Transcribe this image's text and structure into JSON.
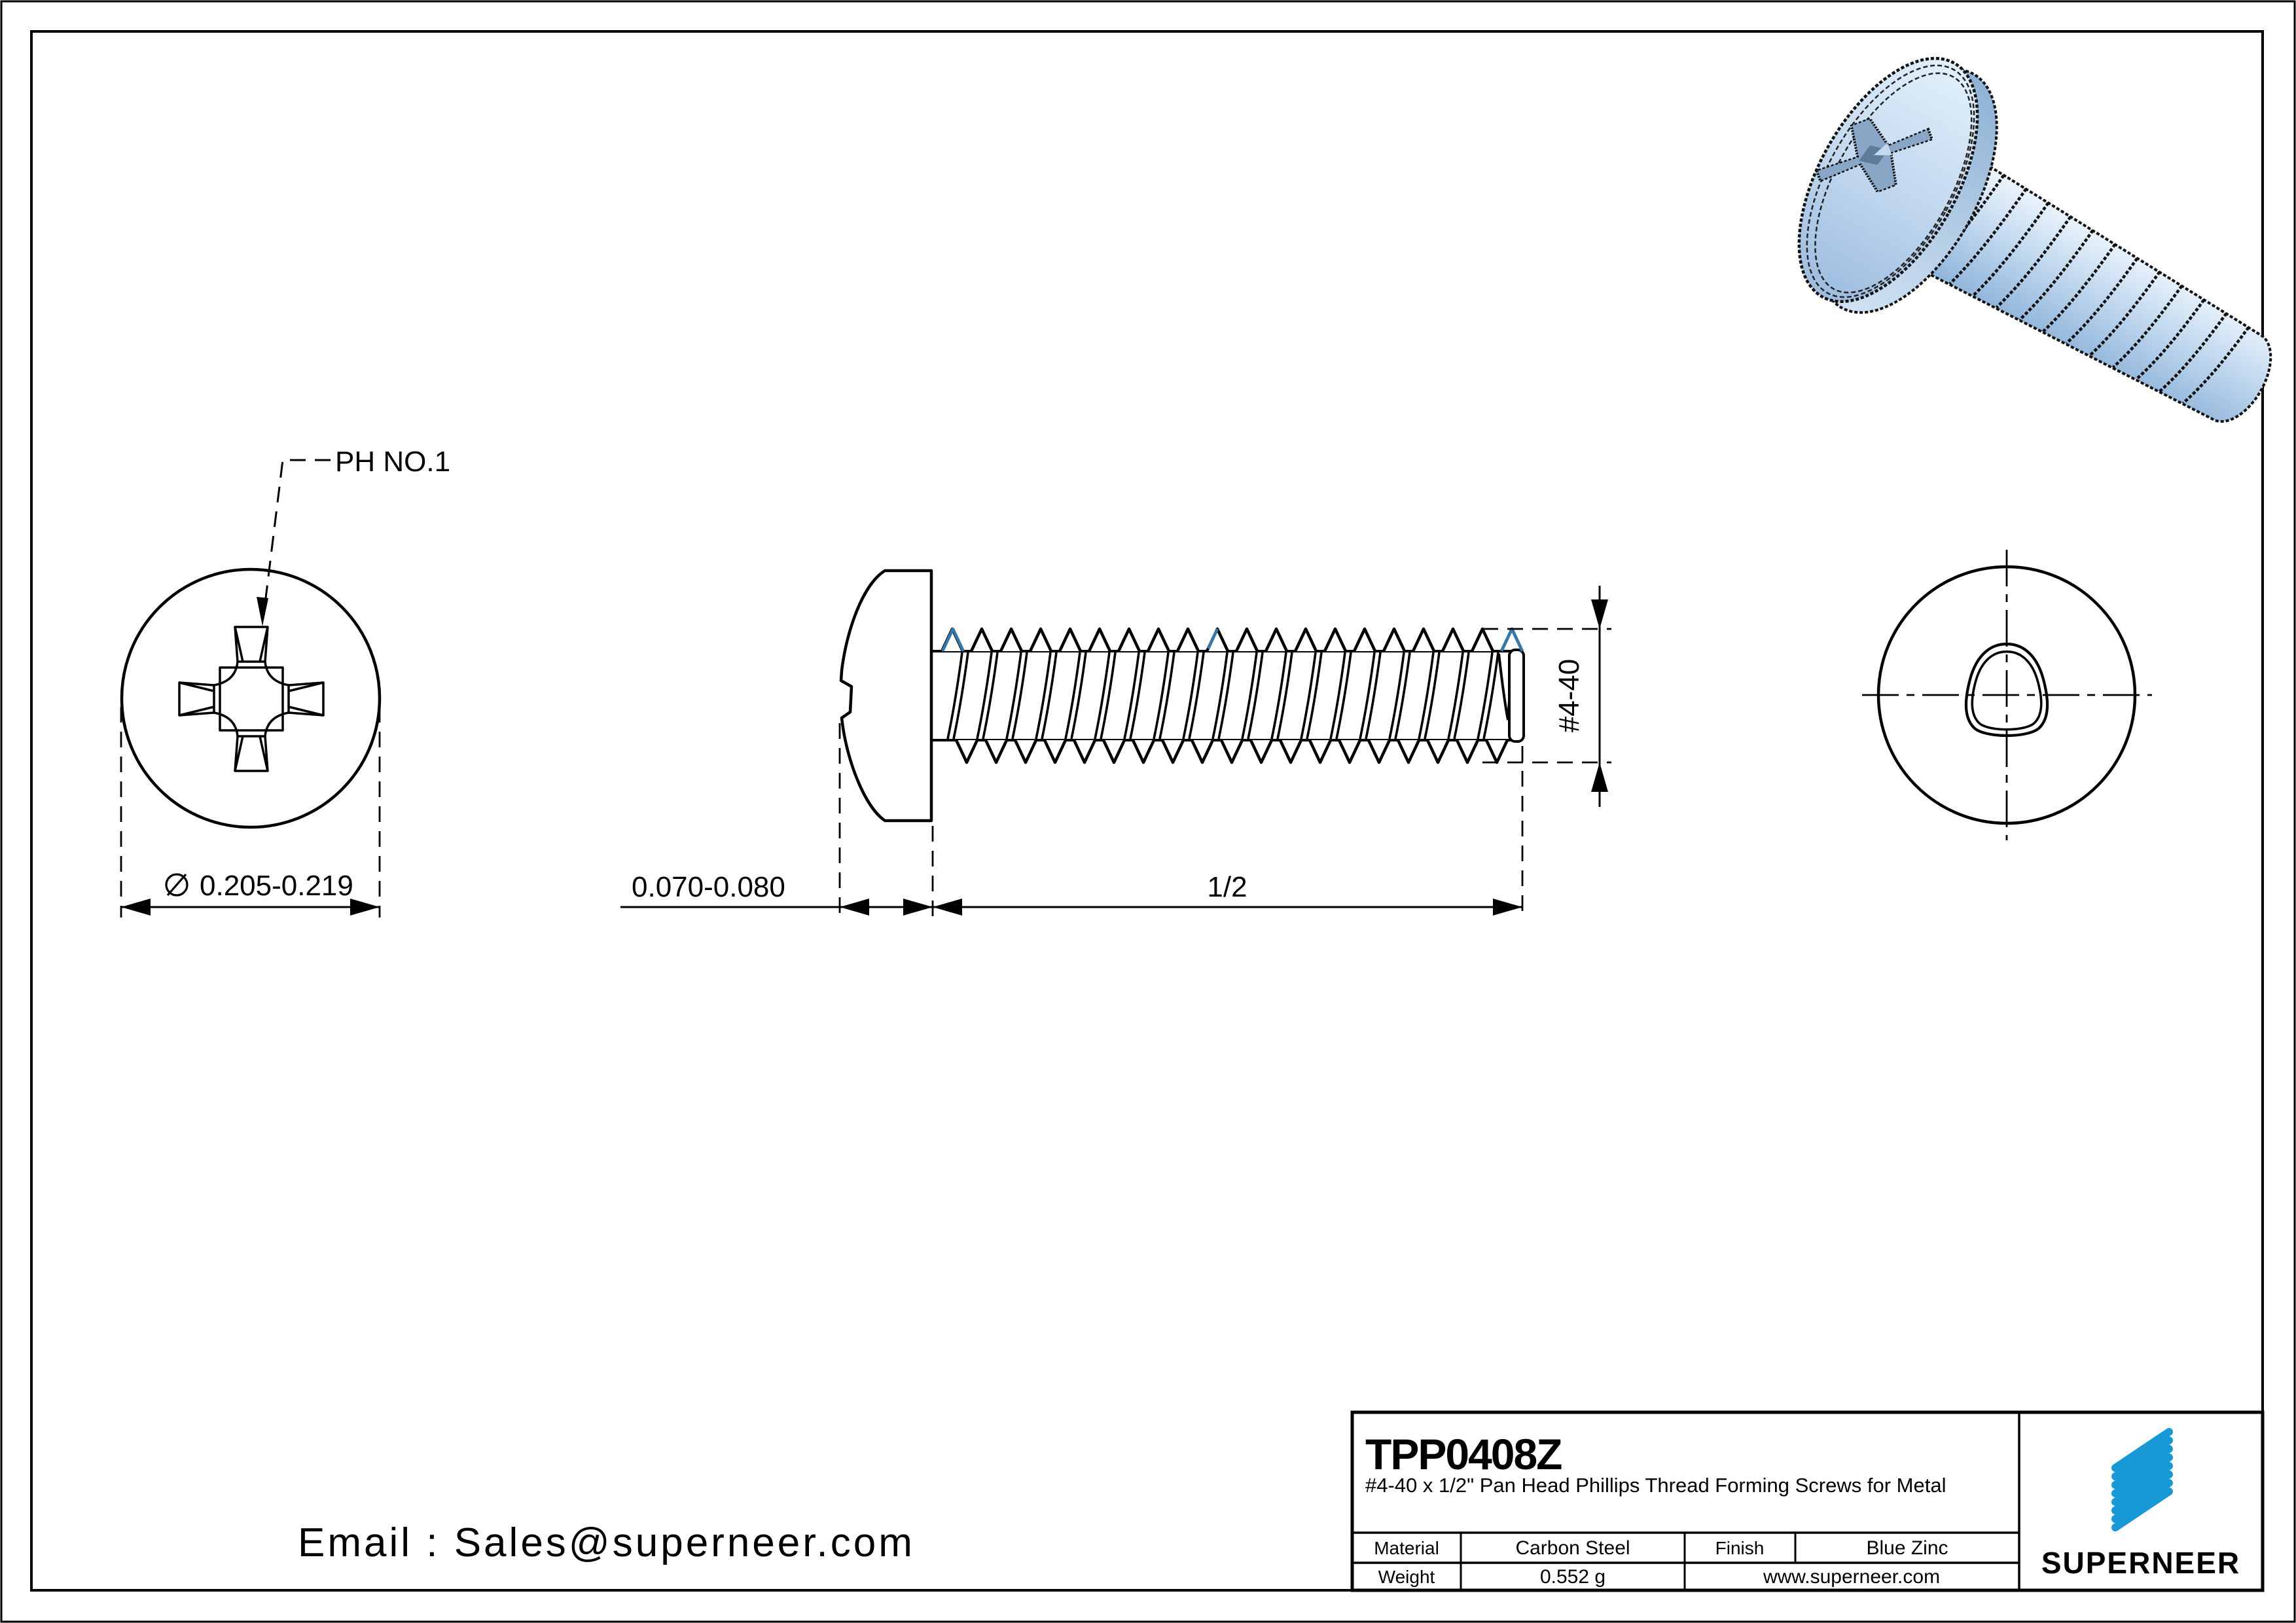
{
  "drawing": {
    "ph_label": "PH NO.1",
    "head_dia_dim": "0.205-0.219",
    "head_height_dim": "0.070-0.080",
    "length_dim": "1/2",
    "thread_dim": "#4-40"
  },
  "footer": {
    "email": "Email : Sales@superneer.com"
  },
  "title_block": {
    "part_number": "TPP0408Z",
    "description": "#4-40 x 1/2\" Pan Head Phillips Thread Forming Screws for Metal",
    "material_label": "Material",
    "material_value": "Carbon Steel",
    "finish_label": "Finish",
    "finish_value": "Blue Zinc",
    "weight_label": "Weight",
    "weight_value": "0.552 g",
    "website": "www.superneer.com",
    "brand": "SUPERNEER"
  },
  "colors": {
    "line": "#000000",
    "accent_blue": "#1899d6",
    "crest_highlight": "#3578a9",
    "screw_body_blue": "#b5cfe9"
  }
}
